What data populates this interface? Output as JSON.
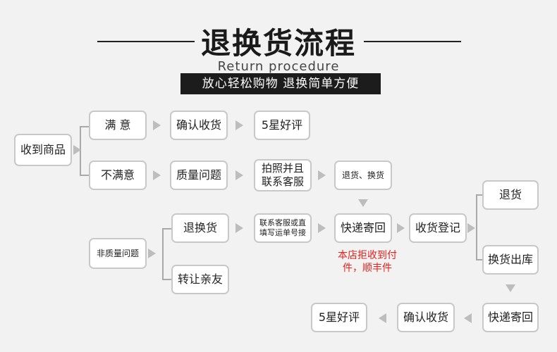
{
  "header": {
    "title": "退换货流程",
    "subtitle": "Return procedure",
    "banner": "放心轻松购物  退换简单方便"
  },
  "nodes": {
    "received": "收到商品",
    "satisfied": "满 意",
    "confirm1": "确认收货",
    "rate1": "5星好评",
    "unsatisfied": "不满意",
    "quality": "质量问题",
    "photo": "拍照并且\n联系客服",
    "return_exchange": "退货、换货",
    "non_quality": "非质量问题",
    "tuihuan": "退换货",
    "gift": "转让亲友",
    "contact": "联系客服或直\n填写运单号接",
    "ship_back": "快递寄回",
    "register": "收货登记",
    "refund": "退货",
    "exchange_out": "换货出库",
    "ship_back2": "快递寄回",
    "confirm2": "确认收货",
    "rate2": "5星好评"
  },
  "note": "本店拒收到付件，顺丰件",
  "colors": {
    "accent_red": "#e8201a",
    "banner_bg": "#1c1c1c",
    "arrow": "#bdbdbd"
  }
}
